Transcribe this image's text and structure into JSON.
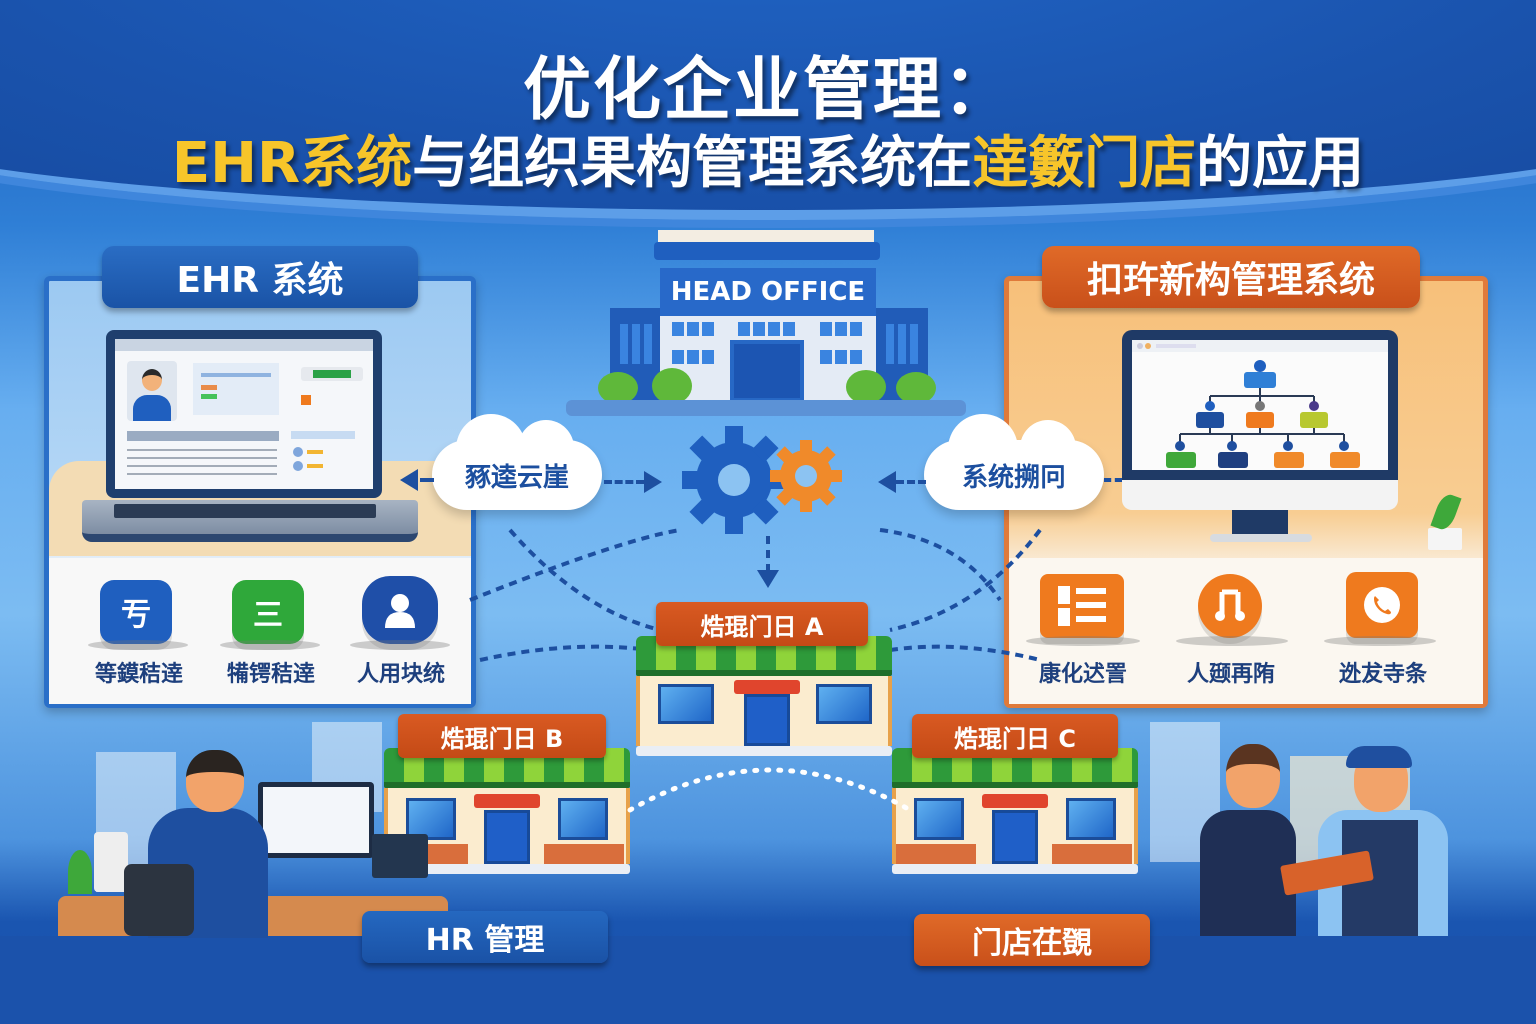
{
  "header": {
    "title_line1": "优化企业管理：",
    "title_line2_parts": [
      {
        "text": "EHR系统",
        "highlight": true
      },
      {
        "text": "与组织果构管理系统在",
        "highlight": false
      },
      {
        "text": "逹籔门店",
        "highlight": true
      },
      {
        "text": "的应用",
        "highlight": false
      }
    ]
  },
  "colors": {
    "primary_blue": "#1a53ad",
    "accent_yellow": "#f7c52a",
    "accent_orange": "#d95a22",
    "accent_green": "#2e9a3a",
    "text_dark_blue": "#1d3f7d"
  },
  "ehr_panel": {
    "title": "EHR 系统",
    "icons": [
      {
        "glyph": "亐",
        "icon": "document-icon",
        "color": "#1f5fbf",
        "label": "等鏌秸逹"
      },
      {
        "glyph": "三",
        "icon": "list-icon",
        "color": "#2fa83a",
        "label": "犕锷秸逹"
      },
      {
        "glyph": "👤",
        "icon": "user-icon",
        "color": "#1f4fa8",
        "label": "人用块统"
      }
    ]
  },
  "org_panel": {
    "title": "扣玝新构管理系统",
    "icons": [
      {
        "glyph": "☰",
        "icon": "org-list-icon",
        "color": "#ef7a1e",
        "label": "康化迖詈"
      },
      {
        "glyph": "⋂",
        "icon": "people-link-icon",
        "color": "#ef7a1e",
        "label": "人颋再陏"
      },
      {
        "glyph": "☎",
        "icon": "phone-icon",
        "color": "#ef7a1e",
        "label": "迯犮寺条"
      }
    ]
  },
  "center": {
    "head_office_label": "HEAD OFFICE",
    "cloud_left": "豩逵云崖",
    "cloud_right": "系统搠冋",
    "gears": [
      "blue-gear",
      "orange-gear"
    ]
  },
  "stores": [
    {
      "id": "A",
      "label": "焅琨门日 A"
    },
    {
      "id": "B",
      "label": "焅琨门日 B"
    },
    {
      "id": "C",
      "label": "焅琨门日 C"
    }
  ],
  "bottom": {
    "hr_label": "HR 管理",
    "store_label": "门店茌覴"
  }
}
